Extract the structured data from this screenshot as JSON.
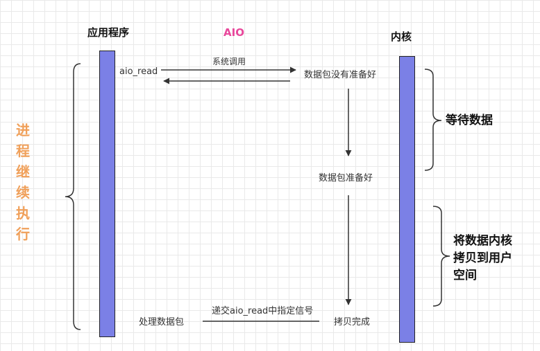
{
  "title": "AIO",
  "app_label": "应用程序",
  "kernel_label": "内核",
  "left_label": "进程继续执行",
  "messages": {
    "syscall": "系统调用",
    "aio_read": "aio_read",
    "not_ready": "数据包没有准备好",
    "ready": "数据包准备好",
    "signal": "递交aio_read中指定信号",
    "copy_done": "拷贝完成",
    "handle": "处理数据包"
  },
  "phases": {
    "wait": "等待数据",
    "copy_lines": [
      "将数据内核",
      "拷贝到用户",
      "空间"
    ]
  },
  "colors": {
    "lifeline": "#7b80e6",
    "title": "#e8479b",
    "left_label": "#f0a05a",
    "line": "#333333"
  }
}
